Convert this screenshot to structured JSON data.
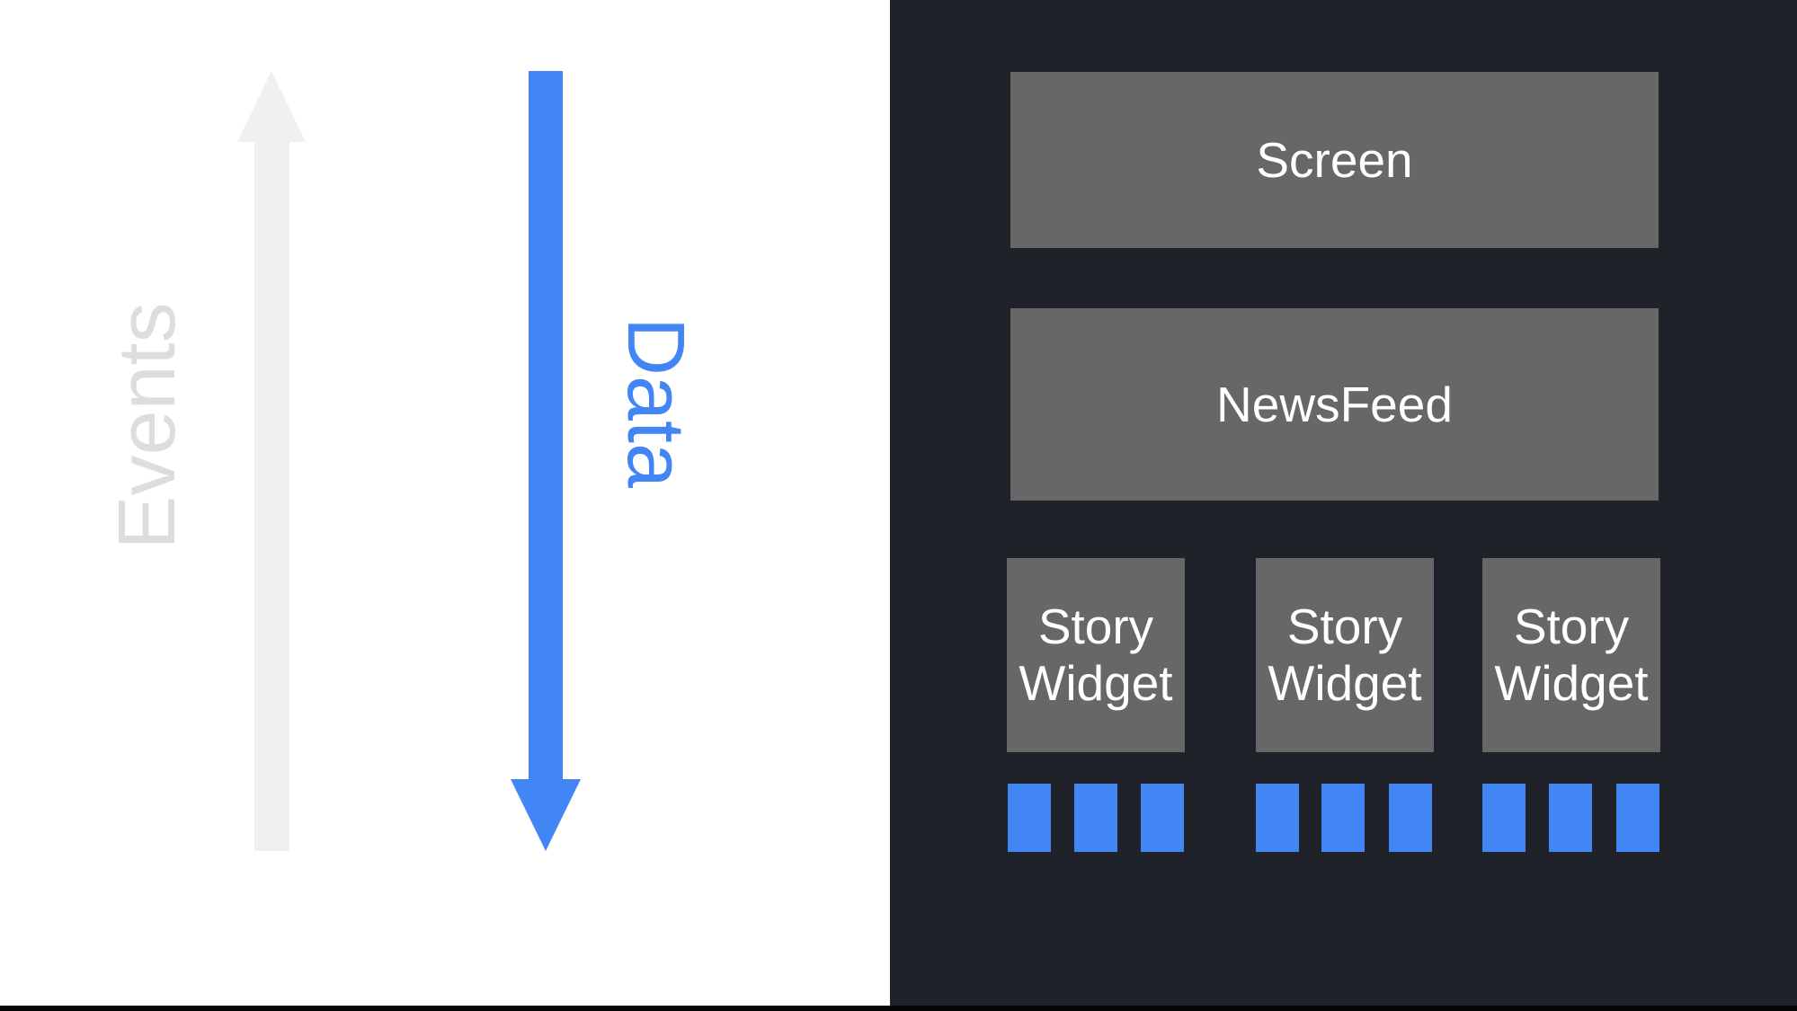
{
  "flow_legend": {
    "events_label": "Events",
    "data_label": "Data"
  },
  "widget_tree": {
    "screen_label": "Screen",
    "newsfeed_label": "NewsFeed",
    "story_widgets": [
      {
        "line1": "Story",
        "line2": "Widget"
      },
      {
        "line1": "Story",
        "line2": "Widget"
      },
      {
        "line1": "Story",
        "line2": "Widget"
      }
    ],
    "squares_per_widget": 3
  },
  "colors": {
    "accent_blue": "#4285F4",
    "arrow_light_gray": "#F0F0F0",
    "legend_gray_text": "#DDDDDE",
    "panel_background": "#1F2228",
    "box_gray": "#676767",
    "box_text_white": "#FFFFFF",
    "left_background": "#FFFFFF",
    "bottom_bar_black": "#050505"
  }
}
